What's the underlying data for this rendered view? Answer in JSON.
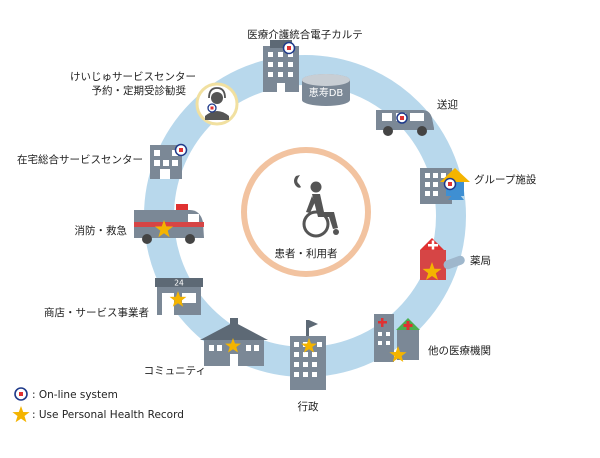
{
  "center": {
    "label": "患者・利用者"
  },
  "nodes": {
    "emr": {
      "label": "医療介護統合電子カルテ",
      "db_label": "恵寿DB"
    },
    "call_center": {
      "line1": "けいじゅサービスセンター",
      "line2": "予約・定期受診勧奨"
    },
    "home_care": {
      "label": "在宅総合サービスセンター"
    },
    "fire": {
      "label": "消防・救急"
    },
    "shops": {
      "label": "商店・サービス事業者",
      "sign": "24"
    },
    "community": {
      "label": "コミュニティ"
    },
    "government": {
      "label": "行政"
    },
    "other_hospitals": {
      "label": "他の医療機関"
    },
    "pharmacy": {
      "label": "薬局"
    },
    "group_facilities": {
      "label": "グループ施設"
    },
    "transport": {
      "label": "送迎"
    }
  },
  "legend": {
    "online": ": On-line system",
    "phr": ": Use Personal Health Record"
  },
  "colors": {
    "ring": "#b8d8ec",
    "center_ring": "#f2c3a0",
    "building": "#7b8896",
    "building_dark": "#5d6975",
    "star": "#f4b400",
    "online_badge": "#1f3a8a"
  }
}
